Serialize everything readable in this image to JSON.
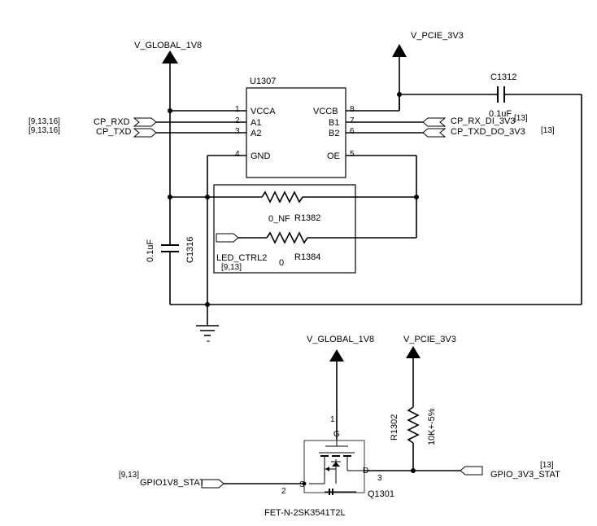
{
  "u1307": {
    "ref": "U1307",
    "pins": {
      "p1": "1",
      "p2": "2",
      "p3": "3",
      "p4": "4",
      "p5": "5",
      "p6": "6",
      "p7": "7",
      "p8": "8"
    },
    "pin_names": {
      "vcca": "VCCA",
      "a1": "A1",
      "a2": "A2",
      "gnd": "GND",
      "vccb": "VCCB",
      "b1": "B1",
      "b2": "B2",
      "oe": "OE"
    }
  },
  "power": {
    "v_global_1v8_top": "V_GLOBAL_1V8",
    "v_pcie_3v3_top": "V_PCIE_3V3",
    "v_global_1v8_bottom": "V_GLOBAL_1V8",
    "v_pcie_3v3_bottom": "V_PCIE_3V3"
  },
  "nets": {
    "cp_rxd": "CP_RXD",
    "cp_txd": "CP_TXD",
    "cp_rxd_ref": "[9,13,16]",
    "cp_txd_ref": "[9,13,16]",
    "cp_rx_di_3v3": "CP_RX_DI_3V3",
    "cp_txd_do_3v3": "CP_TXD_DO_3V3",
    "cp_rx_di_ref": "[13]",
    "cp_txd_do_ref": "[13]",
    "led_ctrl2": "LED_CTRL2",
    "led_ctrl2_ref": "[9,13]",
    "gpio1v8_stat": "GPIO1V8_STAT",
    "gpio1v8_ref": "[9,13]",
    "gpio_3v3_stat": "GPIO_3V3_STAT",
    "gpio_3v3_ref": "[13]"
  },
  "components": {
    "c1312": {
      "ref": "C1312",
      "value": "0.1uF"
    },
    "c1316": {
      "ref": "C1316",
      "value": "0.1uF"
    },
    "r1382": {
      "ref": "R1382",
      "value": "0_NF"
    },
    "r1384": {
      "ref": "R1384",
      "value": "0"
    },
    "r1302": {
      "ref": "R1302",
      "value": "10K+-5%"
    },
    "q1301": {
      "ref": "Q1301",
      "part": "FET-N-2SK3541T2L",
      "pin_g": "1",
      "pin_s": "2",
      "pin_d": "3",
      "g_label": "G",
      "s_label": "S",
      "d_label": "D"
    }
  }
}
